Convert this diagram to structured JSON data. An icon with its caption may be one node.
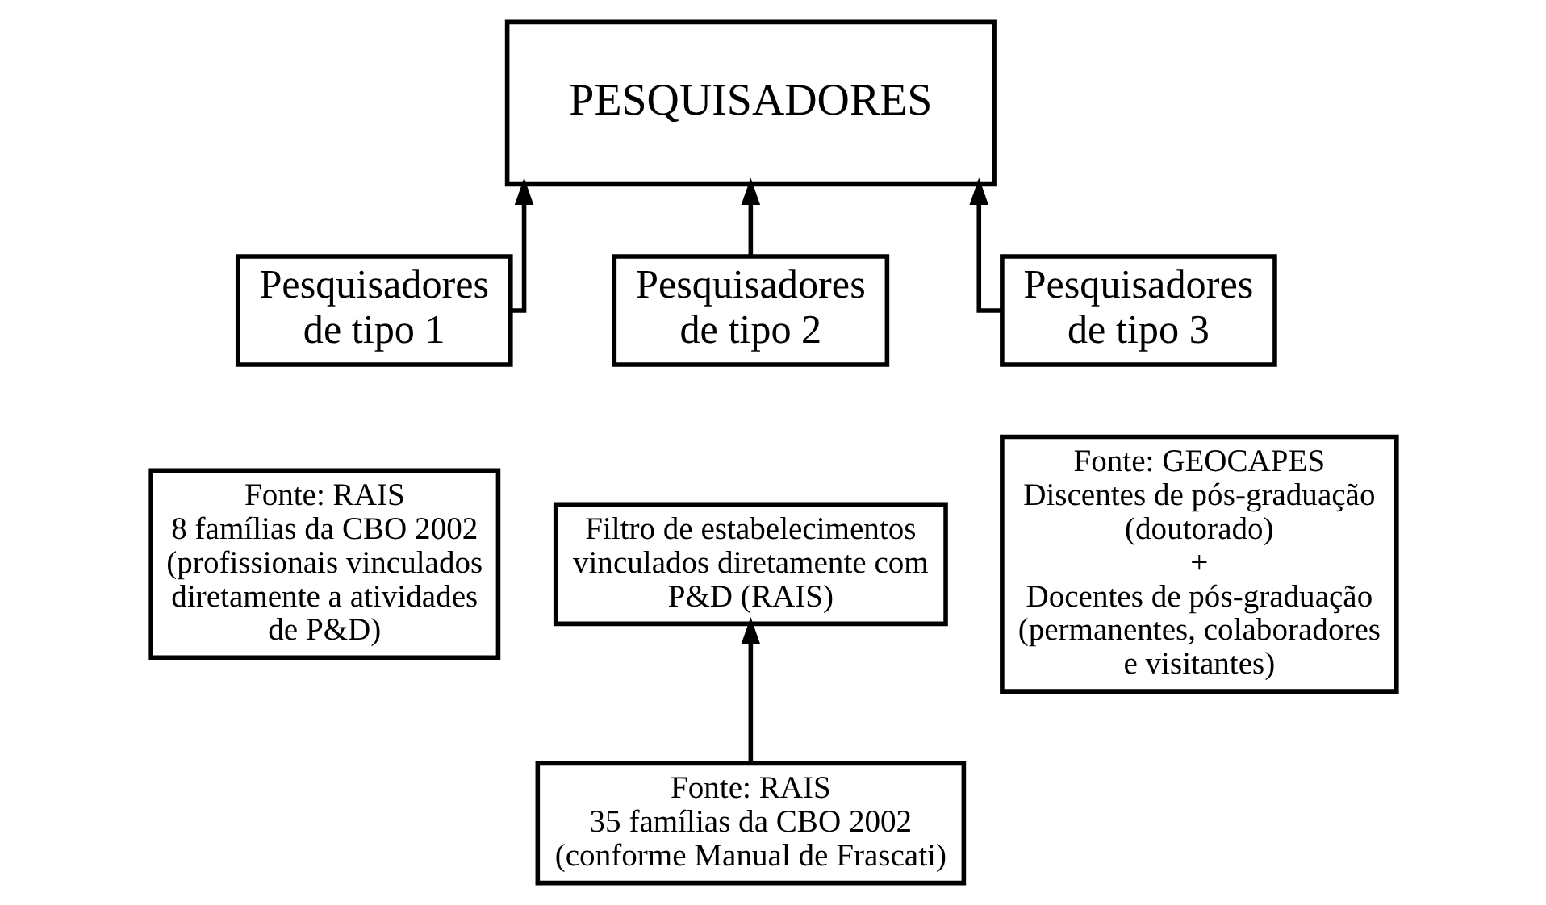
{
  "diagram": {
    "nodes": [
      {
        "text": [
          "PESQUISADORES"
        ]
      },
      {
        "text": [
          "Pesquisadores de tipo 1"
        ]
      },
      {
        "text": [
          "Pesquisadores de tipo 2"
        ]
      },
      {
        "text": [
          "Pesquisadores de tipo 3"
        ]
      },
      {
        "text": [
          "Fonte: RAIS",
          "8 famílias da CBO 2002",
          "(profissionais vinculados diretamente a atividades de P&D)"
        ]
      },
      {
        "text": [
          "Filtro de estabelecimentos vinculados diretamente com P&D (RAIS)"
        ]
      },
      {
        "text": [
          "Fonte: RAIS",
          "35 famílias da CBO 2002",
          "(conforme Manual de Frascati)"
        ]
      },
      {
        "text": [
          "Fonte: GEOCAPES",
          "Discentes de pós-graduação (doutorado)",
          "+",
          "Docentes de pós-graduação (permanentes, colaboradores e visitantes)"
        ]
      }
    ],
    "edges": [
      {
        "from": 1,
        "to": 0,
        "arrow": "to"
      },
      {
        "from": 2,
        "to": 0,
        "arrow": "to"
      },
      {
        "from": 3,
        "to": 0,
        "arrow": "to"
      },
      {
        "from": 6,
        "to": 5,
        "arrow": "to"
      }
    ]
  }
}
